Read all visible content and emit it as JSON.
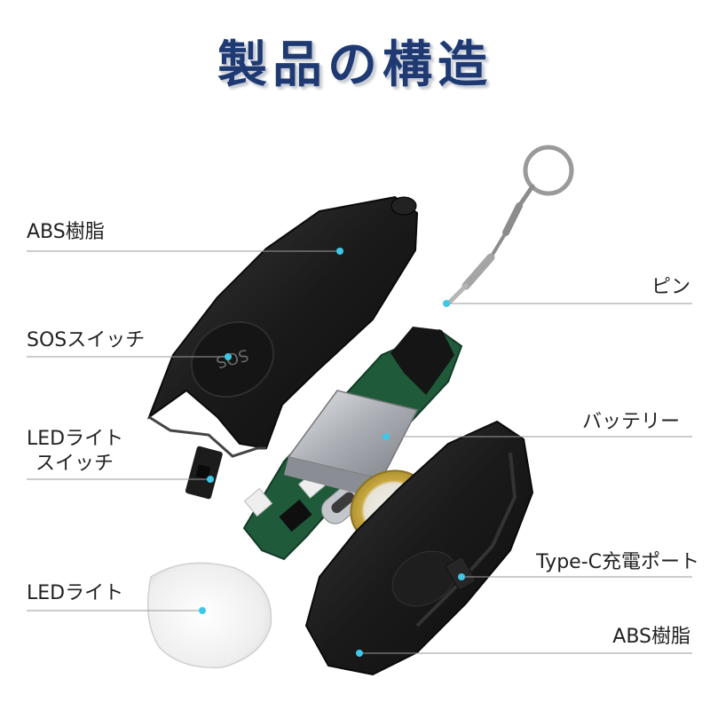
{
  "title": "製品の構造",
  "labels": {
    "abs_top": "ABS樹脂",
    "sos_switch": "SOSスイッチ",
    "led_switch_line1": "LEDライト",
    "led_switch_line2": "スイッチ",
    "led_light": "LEDライト",
    "pin": "ピン",
    "battery": "バッテリー",
    "typec_port": "Type-C充電ポート",
    "abs_bottom": "ABS樹脂"
  },
  "components": {
    "sos_button_text": "SOS"
  },
  "colors": {
    "title": "#1f3a73",
    "leader_line": "#9a9a9a",
    "dot": "#3fc7e8",
    "case": "#1b1b1b",
    "pcb": "#1f5a3a",
    "battery": "#b8bcc2",
    "buzzer": "#c9b24a",
    "led_cap": "#f4f4f4"
  }
}
